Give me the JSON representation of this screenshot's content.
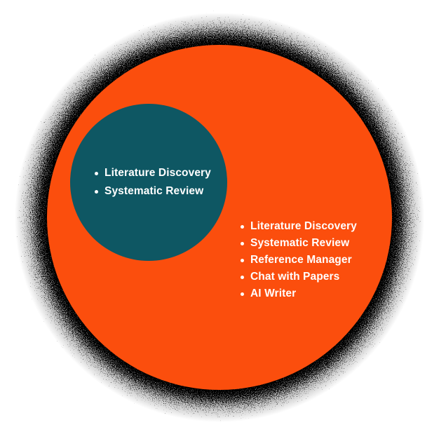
{
  "diagram": {
    "type": "venn-subset",
    "background": "#FFFFFF",
    "colors": {
      "outer_circle": "#FB4E0D",
      "inner_circle": "#0E5763",
      "text": "#FFFFFF",
      "shadow": "#000000"
    },
    "inner_circle": {
      "items": [
        "Literature Discovery",
        "Systematic Review"
      ]
    },
    "outer_circle": {
      "items": [
        "Literature Discovery",
        "Systematic Review",
        "Reference Manager",
        "Chat with Papers",
        "AI Writer"
      ]
    }
  }
}
